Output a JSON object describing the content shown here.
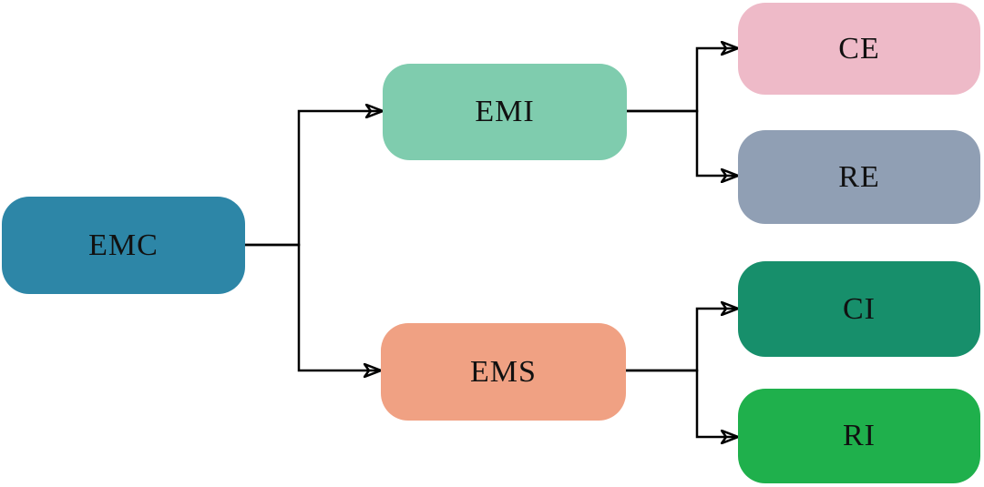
{
  "diagram": {
    "type": "flowchart",
    "direction": "left-to-right",
    "background_color": "#ffffff",
    "line_color": "#000000",
    "text_color": "#111111",
    "nodes": {
      "emc": {
        "label": "EMC",
        "fill": "#2D86A7"
      },
      "emi": {
        "label": "EMI",
        "fill": "#7FCCAE"
      },
      "ems": {
        "label": "EMS",
        "fill": "#F0A183"
      },
      "ce": {
        "label": "CE",
        "fill": "#EEBAC8"
      },
      "re": {
        "label": "RE",
        "fill": "#909FB4"
      },
      "ci": {
        "label": "CI",
        "fill": "#178F6B"
      },
      "ri": {
        "label": "RI",
        "fill": "#1FB04C"
      }
    },
    "edges": [
      {
        "from": "EMC",
        "to": "EMI"
      },
      {
        "from": "EMC",
        "to": "EMS"
      },
      {
        "from": "EMI",
        "to": "CE"
      },
      {
        "from": "EMI",
        "to": "RE"
      },
      {
        "from": "EMS",
        "to": "CI"
      },
      {
        "from": "EMS",
        "to": "RI"
      }
    ]
  }
}
